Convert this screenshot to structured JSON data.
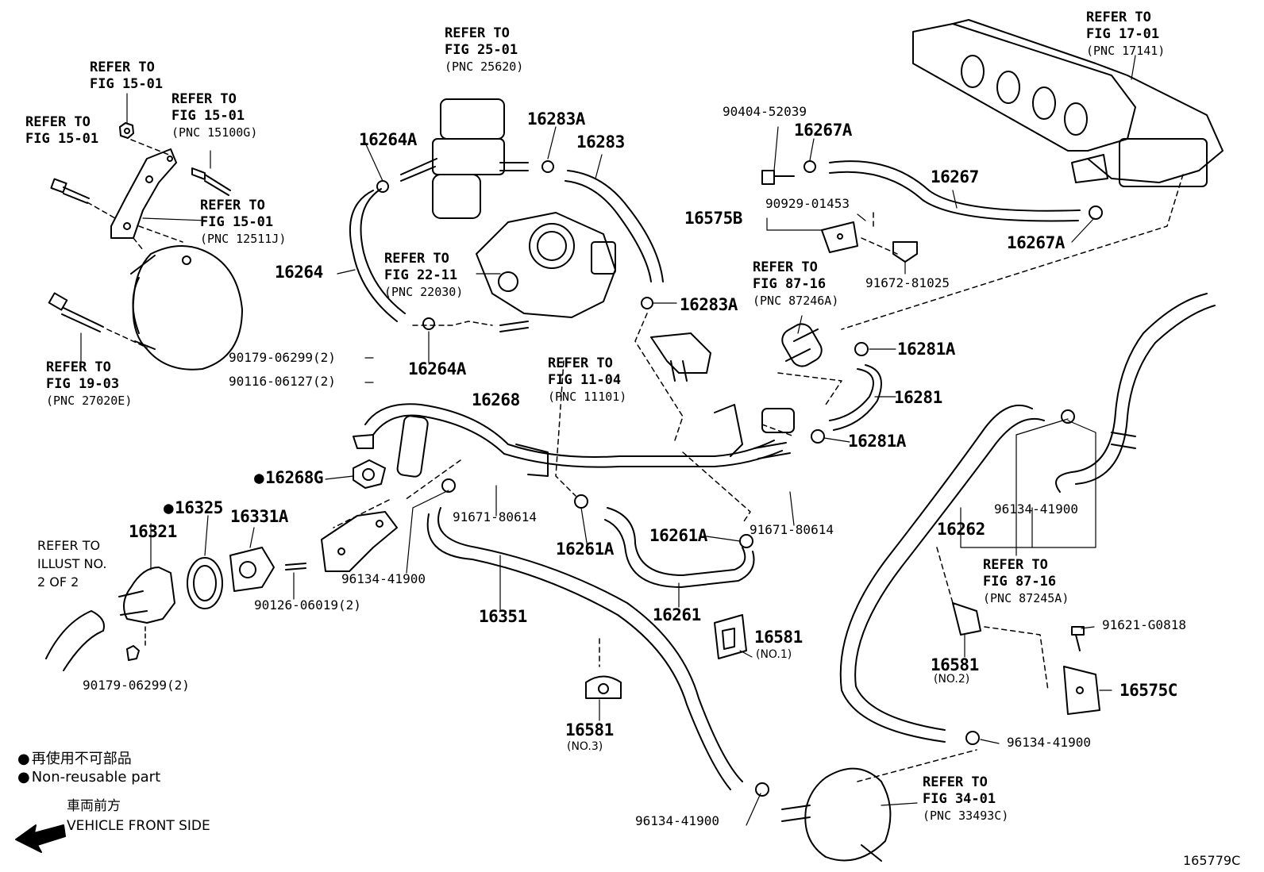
{
  "diagram_id": "165779C",
  "refs": {
    "r1": [
      "REFER TO",
      "FIG 15-01"
    ],
    "r2": [
      "REFER TO",
      "FIG 15-01"
    ],
    "r3": [
      "REFER TO",
      "FIG 15-01",
      "(PNC 15100G)"
    ],
    "r4": [
      "REFER TO",
      "FIG 15-01",
      "(PNC 12511J)"
    ],
    "r5": [
      "REFER TO",
      "FIG 19-03",
      "(PNC 27020E)"
    ],
    "r6": [
      "REFER TO",
      "FIG 25-01",
      "(PNC 25620)"
    ],
    "r7": [
      "REFER TO",
      "FIG 22-11",
      "(PNC 22030)"
    ],
    "r8": [
      "REFER TO",
      "FIG 11-04",
      "(PNC 11101)"
    ],
    "r9": [
      "REFER TO",
      "FIG 17-01",
      "(PNC 17141)"
    ],
    "r10": [
      "REFER TO",
      "FIG 87-16",
      "(PNC 87246A)"
    ],
    "r11": [
      "REFER TO",
      "FIG 87-16",
      "(PNC 87245A)"
    ],
    "r12": [
      "REFER TO",
      "FIG 34-01",
      "(PNC 33493C)"
    ],
    "r13": [
      "REFER TO",
      "ILLUST NO.",
      "2 OF 2"
    ]
  },
  "parts": {
    "p16264A_1": "16264A",
    "p16264A_2": "16264A",
    "p16264": "16264",
    "p16283A_1": "16283A",
    "p16283A_2": "16283A",
    "p16283": "16283",
    "p90404": "90404-52039",
    "p16267A_1": "16267A",
    "p16267A_2": "16267A",
    "p16267": "16267",
    "p16575B": "16575B",
    "p90929": "90929-01453",
    "p91672": "91672-81025",
    "p16281A_1": "16281A",
    "p16281A_2": "16281A",
    "p16281": "16281",
    "p90179_1": "90179-06299(2)",
    "p90116": "90116-06127(2)",
    "p16268": "16268",
    "p16268G": "16268G",
    "p16325": "16325",
    "p16321": "16321",
    "p16331A": "16331A",
    "p90126": "90126-06019(2)",
    "p96134_1": "96134-41900",
    "p91671_1": "91671-80614",
    "p91671_2": "91671-80614",
    "p16261A_1": "16261A",
    "p16261A_2": "16261A",
    "p16261": "16261",
    "p16351": "16351",
    "p16262": "16262",
    "p96134_2": "96134-41900",
    "p16581_1": "16581",
    "p16581_1_sub": "(NO.1)",
    "p16581_2": "16581",
    "p16581_2_sub": "(NO.2)",
    "p16581_3": "16581",
    "p16581_3_sub": "(NO.3)",
    "p91621": "91621-G0818",
    "p16575C": "16575C",
    "p96134_3": "96134-41900",
    "p96134_4": "96134-41900",
    "p90179_2": "90179-06299(2)"
  },
  "legend": {
    "line1": "再使用不可部品",
    "line2": "Non-reusable part",
    "front_jp": "車両前方",
    "front_en": "VEHICLE FRONT SIDE"
  }
}
